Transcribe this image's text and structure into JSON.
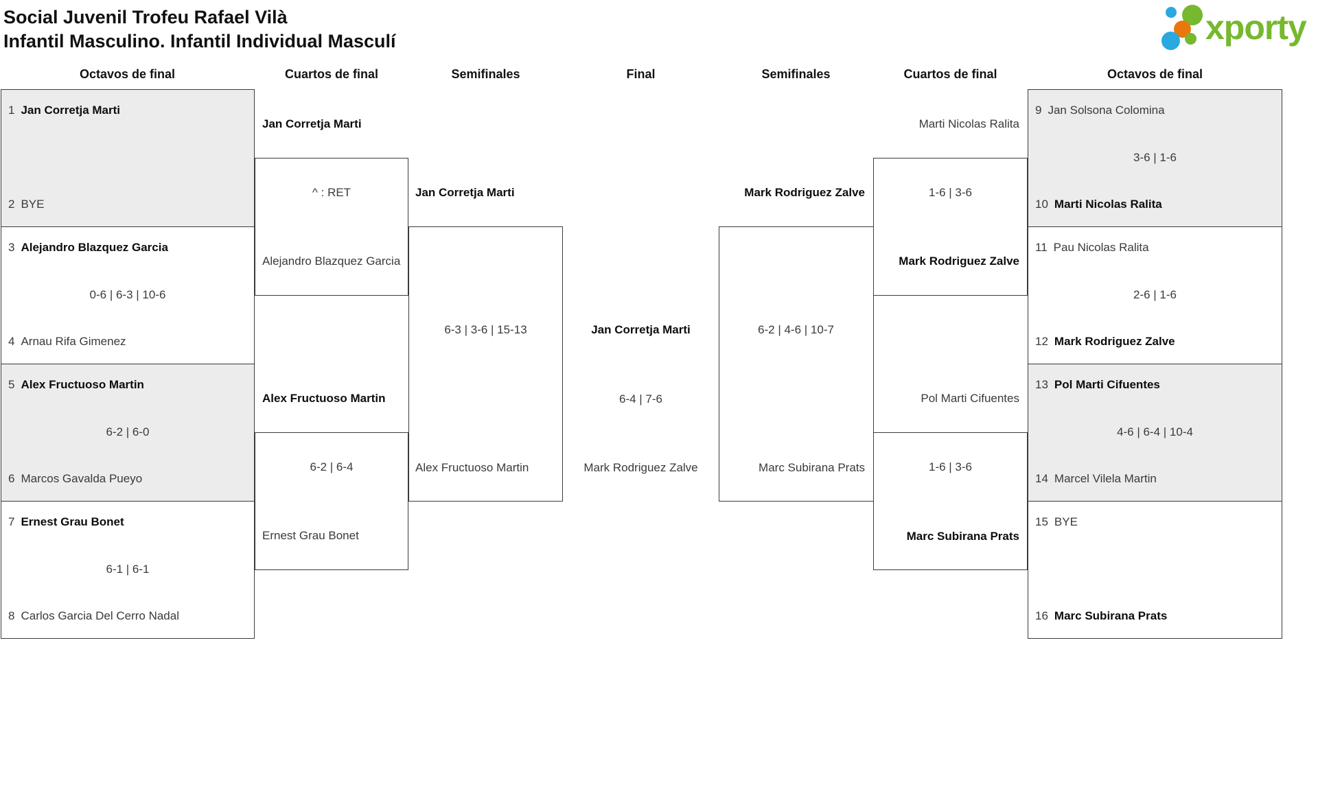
{
  "title": {
    "line1": "Social Juvenil Trofeu Rafael Vilà",
    "line2": "Infantil Masculino. Infantil Individual Masculí"
  },
  "logo": {
    "text": "xporty",
    "green": "#76b82e",
    "blue": "#2aa9e0",
    "orange": "#e8780d"
  },
  "headers": {
    "r16_left": "Octavos de final",
    "qf_left": "Cuartos de final",
    "sf_left": "Semifinales",
    "final": "Final",
    "sf_right": "Semifinales",
    "qf_right": "Cuartos de final",
    "r16_right": "Octavos de final"
  },
  "rounds": {
    "r16_left": [
      {
        "seed1": "1",
        "player1": "Jan Corretja Marti",
        "winner1": true,
        "score": "",
        "seed2": "2",
        "player2": "BYE",
        "winner2": false
      },
      {
        "seed1": "3",
        "player1": "Alejandro Blazquez Garcia",
        "winner1": true,
        "score": "0-6 | 6-3 | 10-6",
        "seed2": "4",
        "player2": "Arnau Rifa Gimenez",
        "winner2": false
      },
      {
        "seed1": "5",
        "player1": "Alex Fructuoso Martin",
        "winner1": true,
        "score": "6-2 | 6-0",
        "seed2": "6",
        "player2": "Marcos Gavalda Pueyo",
        "winner2": false
      },
      {
        "seed1": "7",
        "player1": "Ernest Grau Bonet",
        "winner1": true,
        "score": "6-1 | 6-1",
        "seed2": "8",
        "player2": "Carlos Garcia Del Cerro Nadal",
        "winner2": false
      }
    ],
    "qf_left": [
      {
        "player1": "Jan Corretja Marti",
        "winner1": true,
        "score": "^ : RET",
        "player2": "Alejandro Blazquez Garcia",
        "winner2": false
      },
      {
        "player1": "Alex Fructuoso Martin",
        "winner1": true,
        "score": "6-2 | 6-4",
        "player2": "Ernest Grau Bonet",
        "winner2": false
      }
    ],
    "sf_left": {
      "player1": "Jan Corretja Marti",
      "winner1": true,
      "score": "6-3 | 3-6 | 15-13",
      "player2": "Alex Fructuoso Martin",
      "winner2": false
    },
    "final": {
      "player1": "Jan Corretja Marti",
      "winner1": true,
      "score": "6-4 | 7-6",
      "player2": "Mark Rodriguez Zalve",
      "winner2": false
    },
    "sf_right": {
      "player1": "Mark Rodriguez Zalve",
      "winner1": true,
      "score": "6-2 | 4-6 | 10-7",
      "player2": "Marc Subirana Prats",
      "winner2": false
    },
    "qf_right": [
      {
        "player1": "Marti Nicolas Ralita",
        "winner1": false,
        "score": "1-6 | 3-6",
        "player2": "Mark Rodriguez Zalve",
        "winner2": true
      },
      {
        "player1": "Pol Marti Cifuentes",
        "winner1": false,
        "score": "1-6 | 3-6",
        "player2": "Marc Subirana Prats",
        "winner2": true
      }
    ],
    "r16_right": [
      {
        "seed1": "9",
        "player1": "Jan Solsona Colomina",
        "winner1": false,
        "score": "3-6 | 1-6",
        "seed2": "10",
        "player2": "Marti Nicolas Ralita",
        "winner2": true
      },
      {
        "seed1": "11",
        "player1": "Pau Nicolas Ralita",
        "winner1": false,
        "score": "2-6 | 1-6",
        "seed2": "12",
        "player2": "Mark Rodriguez Zalve",
        "winner2": true
      },
      {
        "seed1": "13",
        "player1": "Pol Marti Cifuentes",
        "winner1": true,
        "score": "4-6 | 6-4 | 10-4",
        "seed2": "14",
        "player2": "Marcel Vilela Martin",
        "winner2": false
      },
      {
        "seed1": "15",
        "player1": "BYE",
        "winner1": false,
        "score": "",
        "seed2": "16",
        "player2": "Marc Subirana Prats",
        "winner2": true
      }
    ]
  }
}
